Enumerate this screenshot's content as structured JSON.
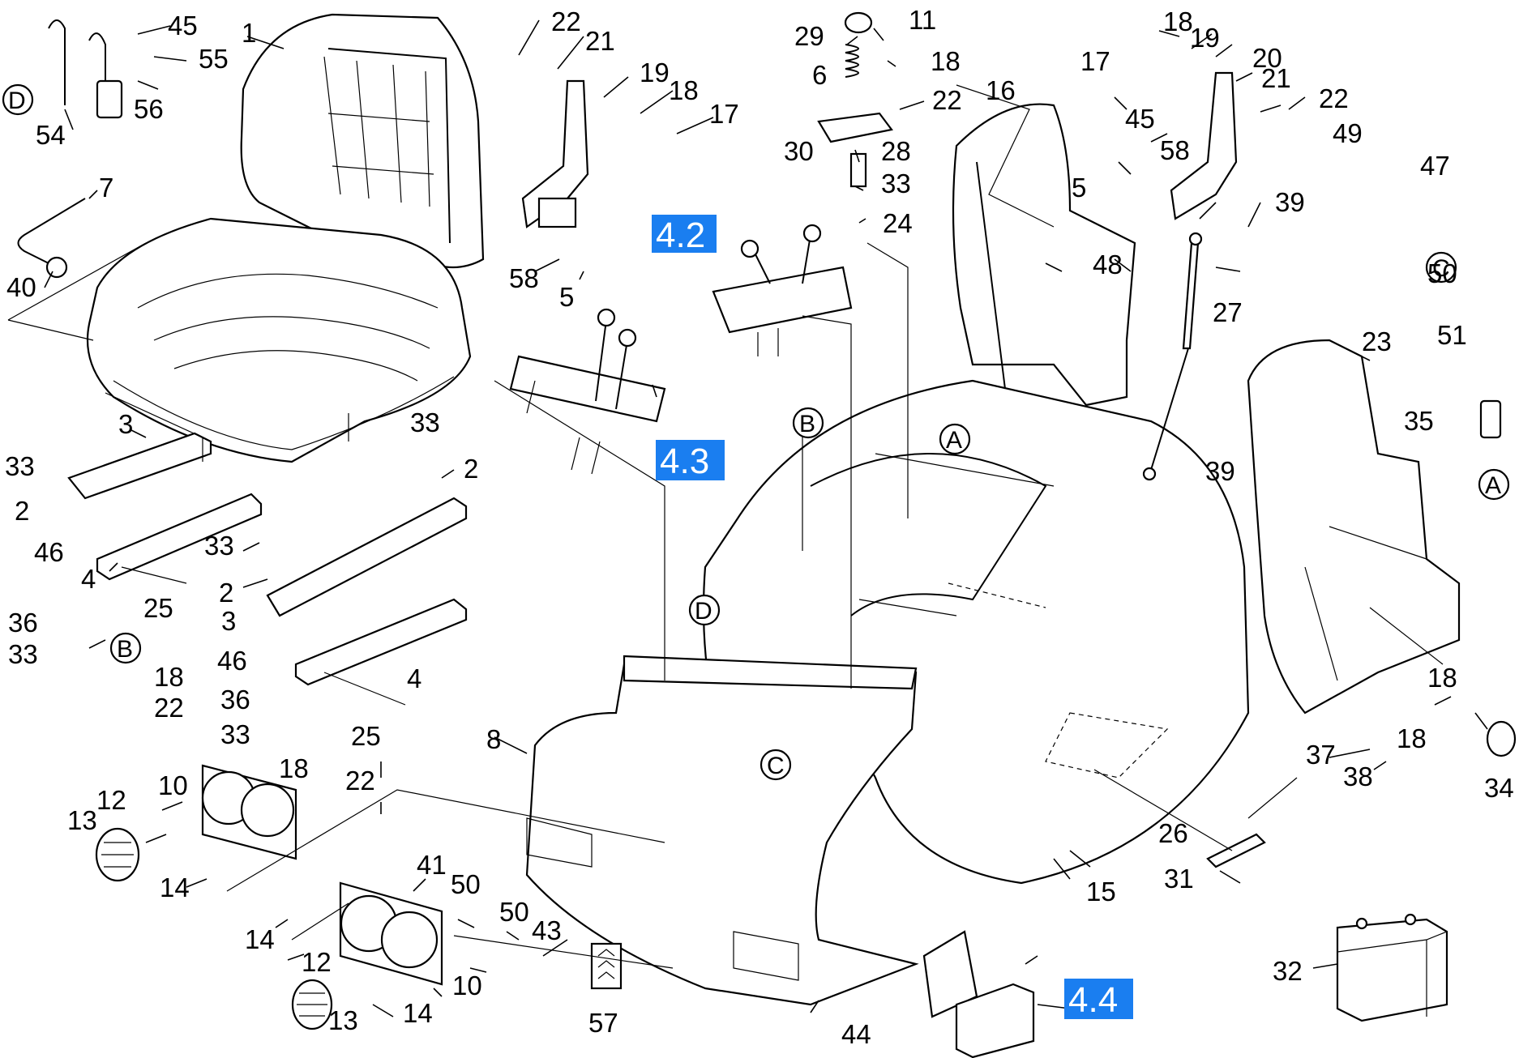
{
  "diagram": {
    "part_numbers": [
      "1",
      "2",
      "3",
      "4",
      "5",
      "6",
      "7",
      "8",
      "10",
      "11",
      "12",
      "13",
      "14",
      "15",
      "16",
      "17",
      "18",
      "19",
      "20",
      "21",
      "22",
      "23",
      "24",
      "25",
      "26",
      "27",
      "28",
      "29",
      "30",
      "31",
      "32",
      "33",
      "34",
      "35",
      "36",
      "37",
      "38",
      "39",
      "40",
      "41",
      "43",
      "44",
      "45",
      "46",
      "47",
      "48",
      "49",
      "50",
      "51",
      "54",
      "55",
      "56",
      "57",
      "58"
    ],
    "section_refs": [
      "4.2",
      "4.3",
      "4.4"
    ],
    "connector_letters": [
      "A",
      "B",
      "C",
      "D"
    ],
    "ref_color": "#1a7ef0"
  }
}
